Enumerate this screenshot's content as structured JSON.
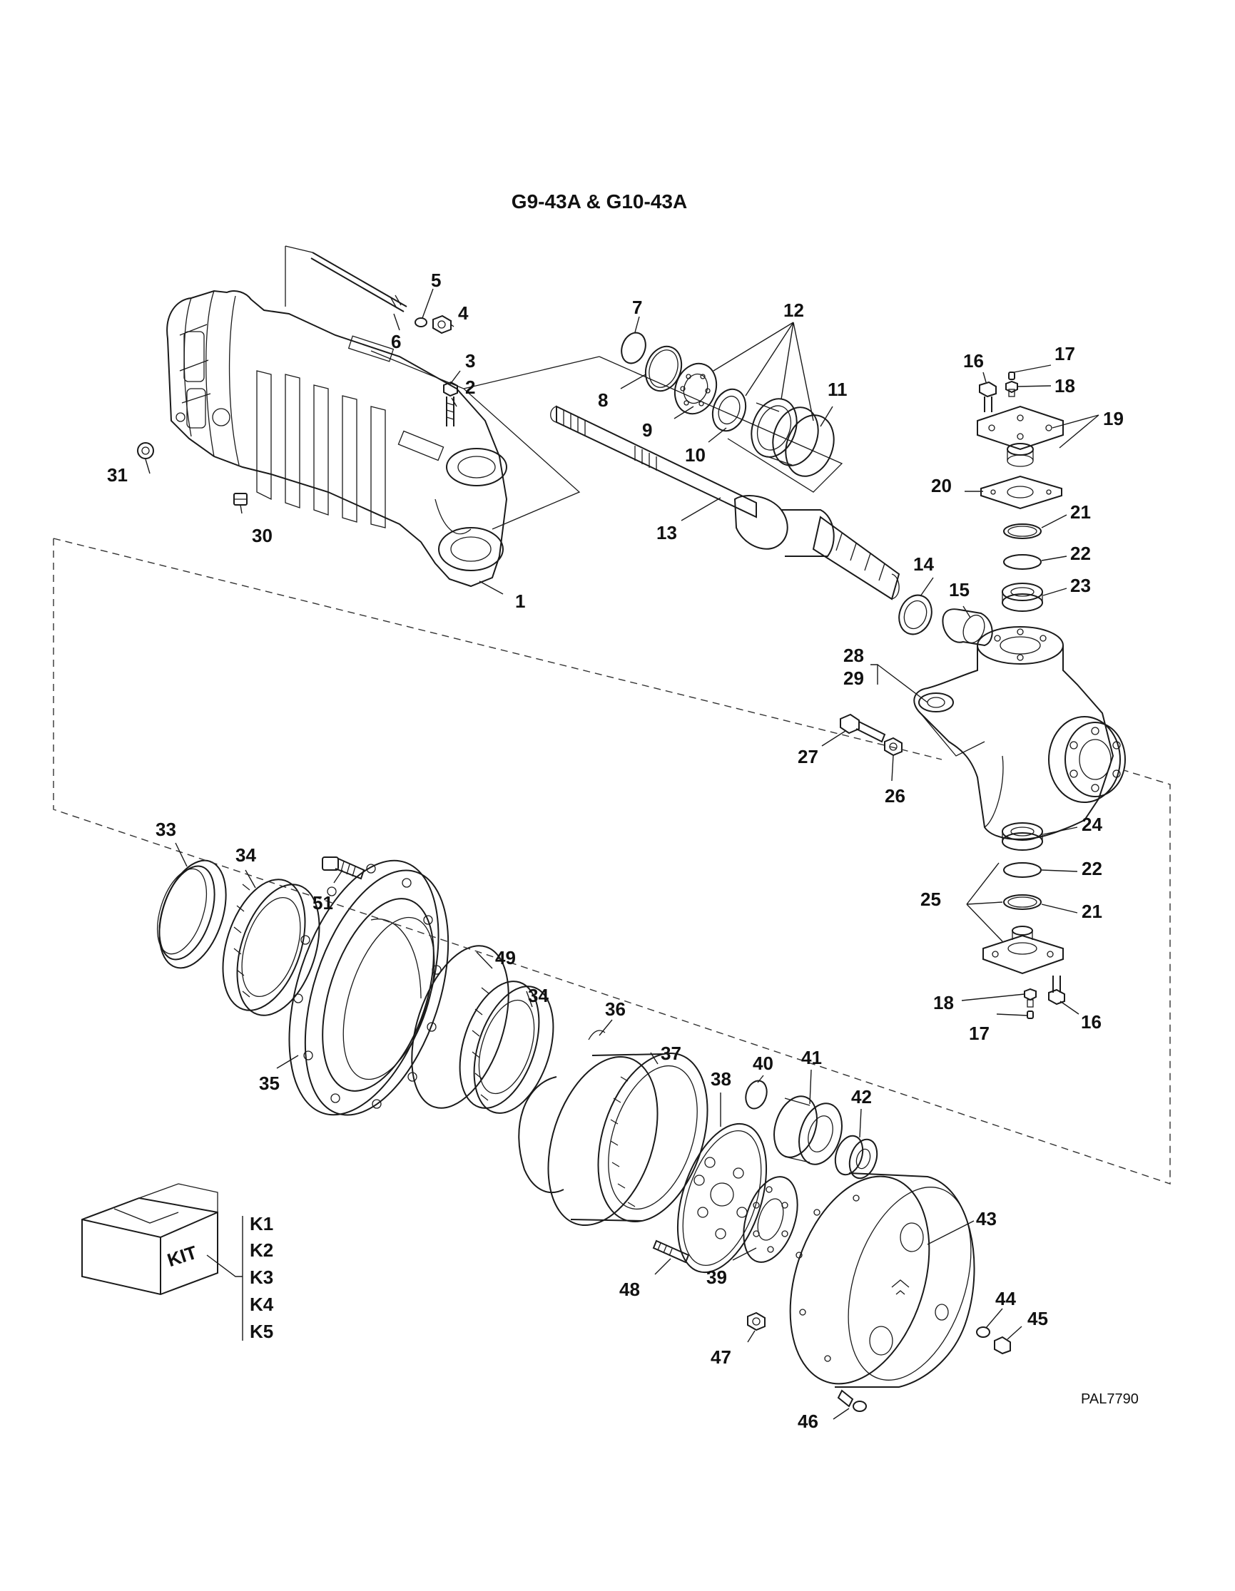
{
  "title": "G9-43A & G10-43A",
  "figure_ref": "PAL7790",
  "callouts": [
    {
      "id": "c1",
      "label": "1"
    },
    {
      "id": "c2",
      "label": "2"
    },
    {
      "id": "c3",
      "label": "3"
    },
    {
      "id": "c4",
      "label": "4"
    },
    {
      "id": "c5",
      "label": "5"
    },
    {
      "id": "c6",
      "label": "6"
    },
    {
      "id": "c7",
      "label": "7"
    },
    {
      "id": "c8",
      "label": "8"
    },
    {
      "id": "c9",
      "label": "9"
    },
    {
      "id": "c10",
      "label": "10"
    },
    {
      "id": "c11",
      "label": "11"
    },
    {
      "id": "c12",
      "label": "12"
    },
    {
      "id": "c13",
      "label": "13"
    },
    {
      "id": "c14",
      "label": "14"
    },
    {
      "id": "c15",
      "label": "15"
    },
    {
      "id": "c16a",
      "label": "16"
    },
    {
      "id": "c17a",
      "label": "17"
    },
    {
      "id": "c18a",
      "label": "18"
    },
    {
      "id": "c19",
      "label": "19"
    },
    {
      "id": "c20",
      "label": "20"
    },
    {
      "id": "c21a",
      "label": "21"
    },
    {
      "id": "c22a",
      "label": "22"
    },
    {
      "id": "c23",
      "label": "23"
    },
    {
      "id": "c24",
      "label": "24"
    },
    {
      "id": "c22b",
      "label": "22"
    },
    {
      "id": "c25",
      "label": "25"
    },
    {
      "id": "c21b",
      "label": "21"
    },
    {
      "id": "c18b",
      "label": "18"
    },
    {
      "id": "c16b",
      "label": "16"
    },
    {
      "id": "c17b",
      "label": "17"
    },
    {
      "id": "c26",
      "label": "26"
    },
    {
      "id": "c27",
      "label": "27"
    },
    {
      "id": "c28",
      "label": "28"
    },
    {
      "id": "c29",
      "label": "29"
    },
    {
      "id": "c30",
      "label": "30"
    },
    {
      "id": "c31",
      "label": "31"
    },
    {
      "id": "c33",
      "label": "33"
    },
    {
      "id": "c34a",
      "label": "34"
    },
    {
      "id": "c51",
      "label": "51"
    },
    {
      "id": "c35",
      "label": "35"
    },
    {
      "id": "c49",
      "label": "49"
    },
    {
      "id": "c34b",
      "label": "34"
    },
    {
      "id": "c36",
      "label": "36"
    },
    {
      "id": "c37",
      "label": "37"
    },
    {
      "id": "c38",
      "label": "38"
    },
    {
      "id": "c40",
      "label": "40"
    },
    {
      "id": "c41",
      "label": "41"
    },
    {
      "id": "c42",
      "label": "42"
    },
    {
      "id": "c43",
      "label": "43"
    },
    {
      "id": "c39",
      "label": "39"
    },
    {
      "id": "c48",
      "label": "48"
    },
    {
      "id": "c47",
      "label": "47"
    },
    {
      "id": "c44",
      "label": "44"
    },
    {
      "id": "c45",
      "label": "45"
    },
    {
      "id": "c46",
      "label": "46"
    }
  ],
  "kit": {
    "box_label": "KIT",
    "items": [
      "K1",
      "K2",
      "K3",
      "K4",
      "K5"
    ]
  }
}
